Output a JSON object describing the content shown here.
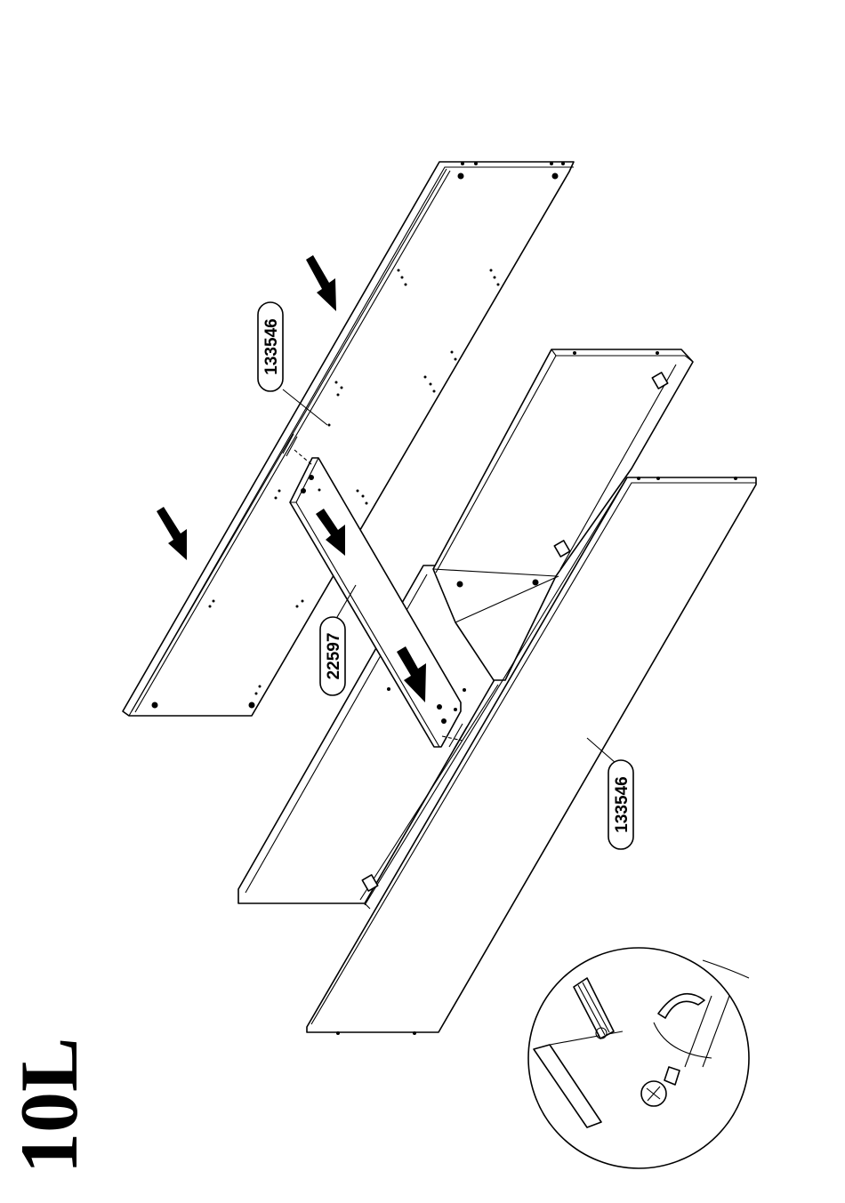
{
  "step": {
    "number": "10L"
  },
  "parts": [
    {
      "id": "panel-top",
      "code": "133546"
    },
    {
      "id": "crossbar",
      "code": "22597"
    },
    {
      "id": "panel-front",
      "code": "133546"
    }
  ],
  "icons": {
    "arrow": "assembly-direction-arrow",
    "screwdriver": "screwdriver-detail-icon"
  }
}
